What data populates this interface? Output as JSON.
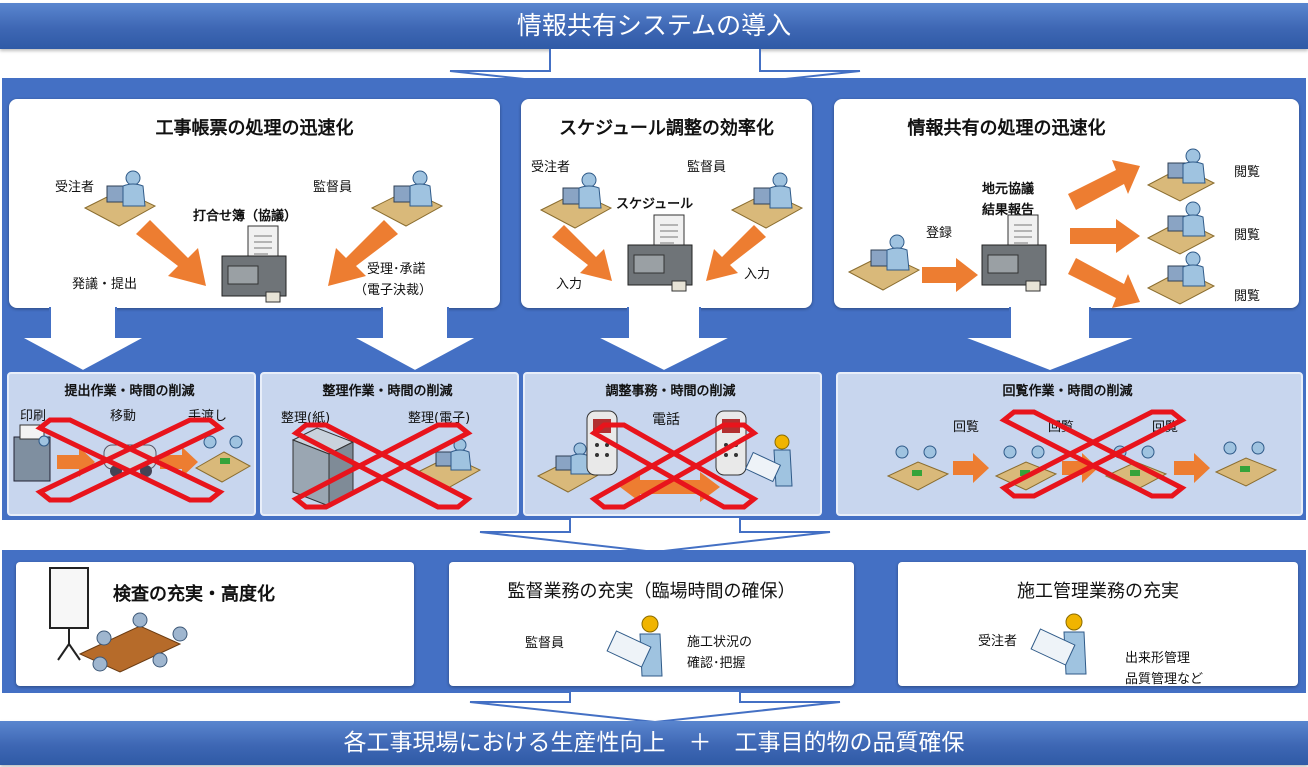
{
  "top_banner": "情報共有システムの導入",
  "bottom_banner": "各工事現場における生産性向上　＋　工事目的物の品質確保",
  "panels": {
    "p1": {
      "title": "工事帳票の処理の迅速化",
      "left_actor": "受注者",
      "right_actor": "監督員",
      "doc": "打合せ簿（協議）",
      "left_action": "発議・提出",
      "right_action_1": "受理･承諾",
      "right_action_2": "（電子決裁）"
    },
    "p2": {
      "title": "スケジュール調整の効率化",
      "left_actor": "受注者",
      "right_actor": "監督員",
      "doc": "スケジュール",
      "left_action": "入力",
      "right_action": "入力"
    },
    "p3": {
      "title": "情報共有の処理の迅速化",
      "doc_1": "地元協議",
      "doc_2": "結果報告",
      "action": "登録",
      "view_1": "閲覧",
      "view_2": "閲覧",
      "view_3": "閲覧"
    }
  },
  "reductions": {
    "r1": {
      "title": "提出作業・時間の削減",
      "l1": "印刷",
      "l2": "移動",
      "l3": "手渡し"
    },
    "r2": {
      "title": "整理作業・時間の削減",
      "l1": "整理(紙)",
      "l2": "整理(電子)"
    },
    "r3": {
      "title": "調整事務・時間の削減",
      "l1": "電話"
    },
    "r4": {
      "title": "回覧作業・時間の削減",
      "l1": "回覧",
      "l2": "回覧",
      "l3": "回覧"
    }
  },
  "outcomes": {
    "o1": {
      "title": "検査の充実・高度化"
    },
    "o2": {
      "title": "監督業務の充実（臨場時間の確保）",
      "actor": "監督員",
      "desc_1": "施工状況の",
      "desc_2": "確認･把握"
    },
    "o3": {
      "title": "施工管理業務の充実",
      "actor": "受注者",
      "desc_1": "出来形管理",
      "desc_2": "品質管理など"
    }
  },
  "colors": {
    "banner": "#3e67b4",
    "frame": "#4470c4",
    "arrow": "#ed7d31",
    "cross": "#e8141c",
    "light_box": "#c8d6ee"
  }
}
